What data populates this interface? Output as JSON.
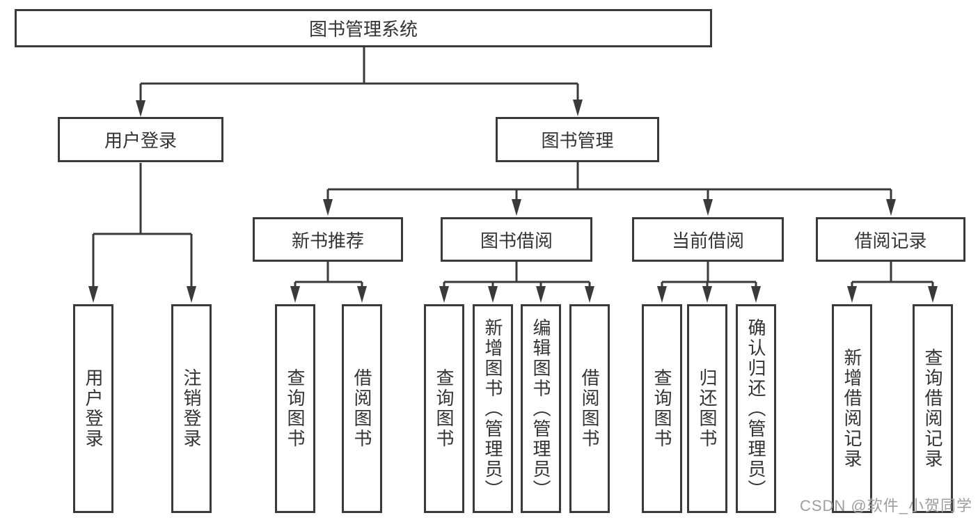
{
  "colors": {
    "line": "#3a3a3a",
    "text": "#333333",
    "watermark": "#9e9e9e",
    "background": "#ffffff"
  },
  "watermark": {
    "text": "CSDN @软件_小贺同学"
  },
  "tree": {
    "root": {
      "label": "图书管理系统"
    },
    "children": [
      {
        "label": "用户登录",
        "leaves": [
          {
            "label": "用户登录"
          },
          {
            "label": "注销登录"
          }
        ]
      },
      {
        "label": "图书管理",
        "children": [
          {
            "label": "新书推荐",
            "leaves": [
              {
                "label": "查询图书"
              },
              {
                "label": "借阅图书"
              }
            ]
          },
          {
            "label": "图书借阅",
            "leaves": [
              {
                "label": "查询图书"
              },
              {
                "label": "新增图书（管理员）"
              },
              {
                "label": "编辑图书（管理员）"
              },
              {
                "label": "借阅图书"
              }
            ]
          },
          {
            "label": "当前借阅",
            "leaves": [
              {
                "label": "查询图书"
              },
              {
                "label": "归还图书"
              },
              {
                "label": "确认归还（管理员）"
              }
            ]
          },
          {
            "label": "借阅记录",
            "leaves": [
              {
                "label": "新增借阅记录"
              },
              {
                "label": "查询借阅记录"
              }
            ]
          }
        ]
      }
    ]
  }
}
